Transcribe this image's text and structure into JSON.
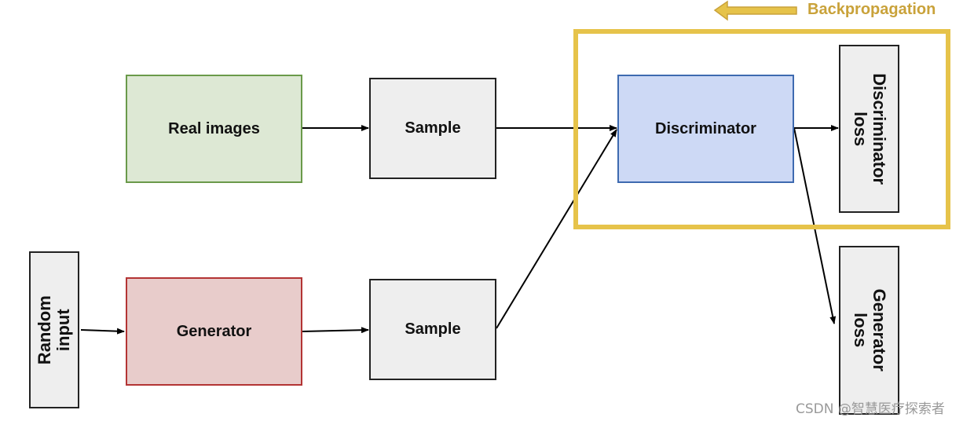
{
  "nodes": {
    "real_images": "Real images",
    "sample_top": "Sample",
    "discriminator": "Discriminator",
    "discriminator_loss": "Discriminator\nloss",
    "random_input": "Random input",
    "generator": "Generator",
    "sample_bottom": "Sample",
    "generator_loss": "Generator\nloss"
  },
  "backpropagation_label": "Backpropagation",
  "watermark": "CSDN @智慧医疗探索者",
  "colors": {
    "real_images_fill": "#dde8d4",
    "real_images_border": "#6a9a4a",
    "generator_fill": "#e8cccb",
    "generator_border": "#b33434",
    "discriminator_fill": "#cdd9f5",
    "discriminator_border": "#3e6ab0",
    "neutral_fill": "#eeeeee",
    "highlight": "#e6c34a",
    "backprop_text": "#c9a23a"
  }
}
